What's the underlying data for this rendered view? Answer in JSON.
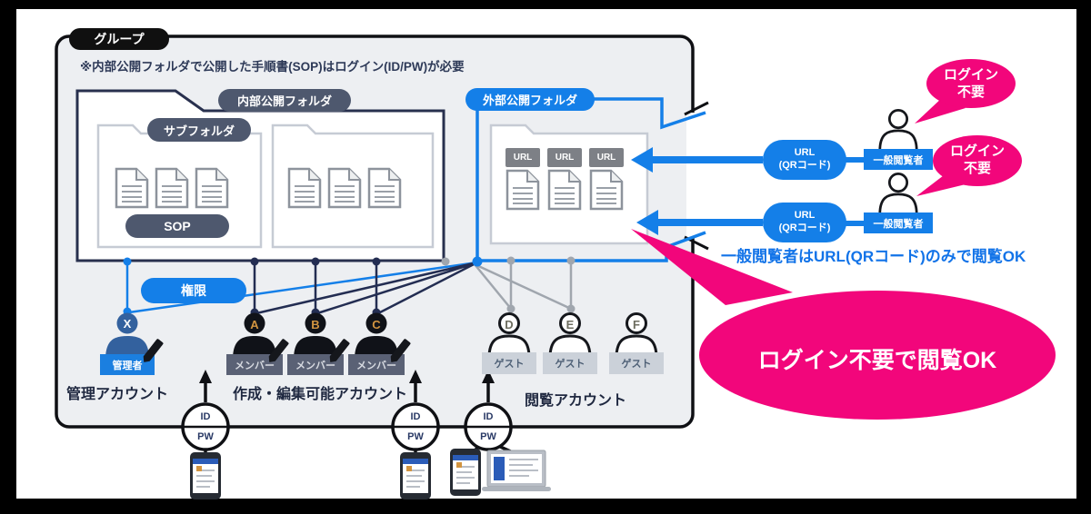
{
  "group": {
    "label": "グループ",
    "note": "※内部公開フォルダで公開した手順書(SOP)はログイン(ID/PW)が必要"
  },
  "internal_folder": {
    "label": "内部公開フォルダ",
    "subfolder_label": "サブフォルダ",
    "sop_label": "SOP"
  },
  "external_folder": {
    "label": "外部公開フォルダ",
    "url_tag": "URL"
  },
  "permission_label": "権限",
  "accounts": {
    "admin": {
      "caption": "管理アカウント",
      "person": {
        "letter": "X",
        "tag": "管理者"
      }
    },
    "editors": {
      "caption": "作成・編集可能アカウント",
      "persons": [
        {
          "letter": "A",
          "tag": "メンバー"
        },
        {
          "letter": "B",
          "tag": "メンバー"
        },
        {
          "letter": "C",
          "tag": "メンバー"
        }
      ]
    },
    "viewers": {
      "caption": "閲覧アカウント",
      "persons": [
        {
          "letter": "D",
          "tag": "ゲスト"
        },
        {
          "letter": "E",
          "tag": "ゲスト"
        },
        {
          "letter": "F",
          "tag": "ゲスト"
        }
      ]
    }
  },
  "external_access": {
    "oval_line1": "URL",
    "oval_line2": "(QRコード)",
    "viewer_label": "一般閲覧者",
    "bubble_line1": "ログイン",
    "bubble_line2": "不要",
    "note": "一般閲覧者はURL(QRコード)のみで閲覧OK",
    "big_bubble": "ログイン不要で閲覧OK"
  },
  "login_circle": {
    "id": "ID",
    "pw": "PW"
  },
  "colors": {
    "accent_blue": "#147FE8",
    "navy": "#232D52",
    "pink": "#F2067B",
    "slate": "#4E586E",
    "orange_letter": "#D29440",
    "gray_line": "#9AA0A8"
  }
}
